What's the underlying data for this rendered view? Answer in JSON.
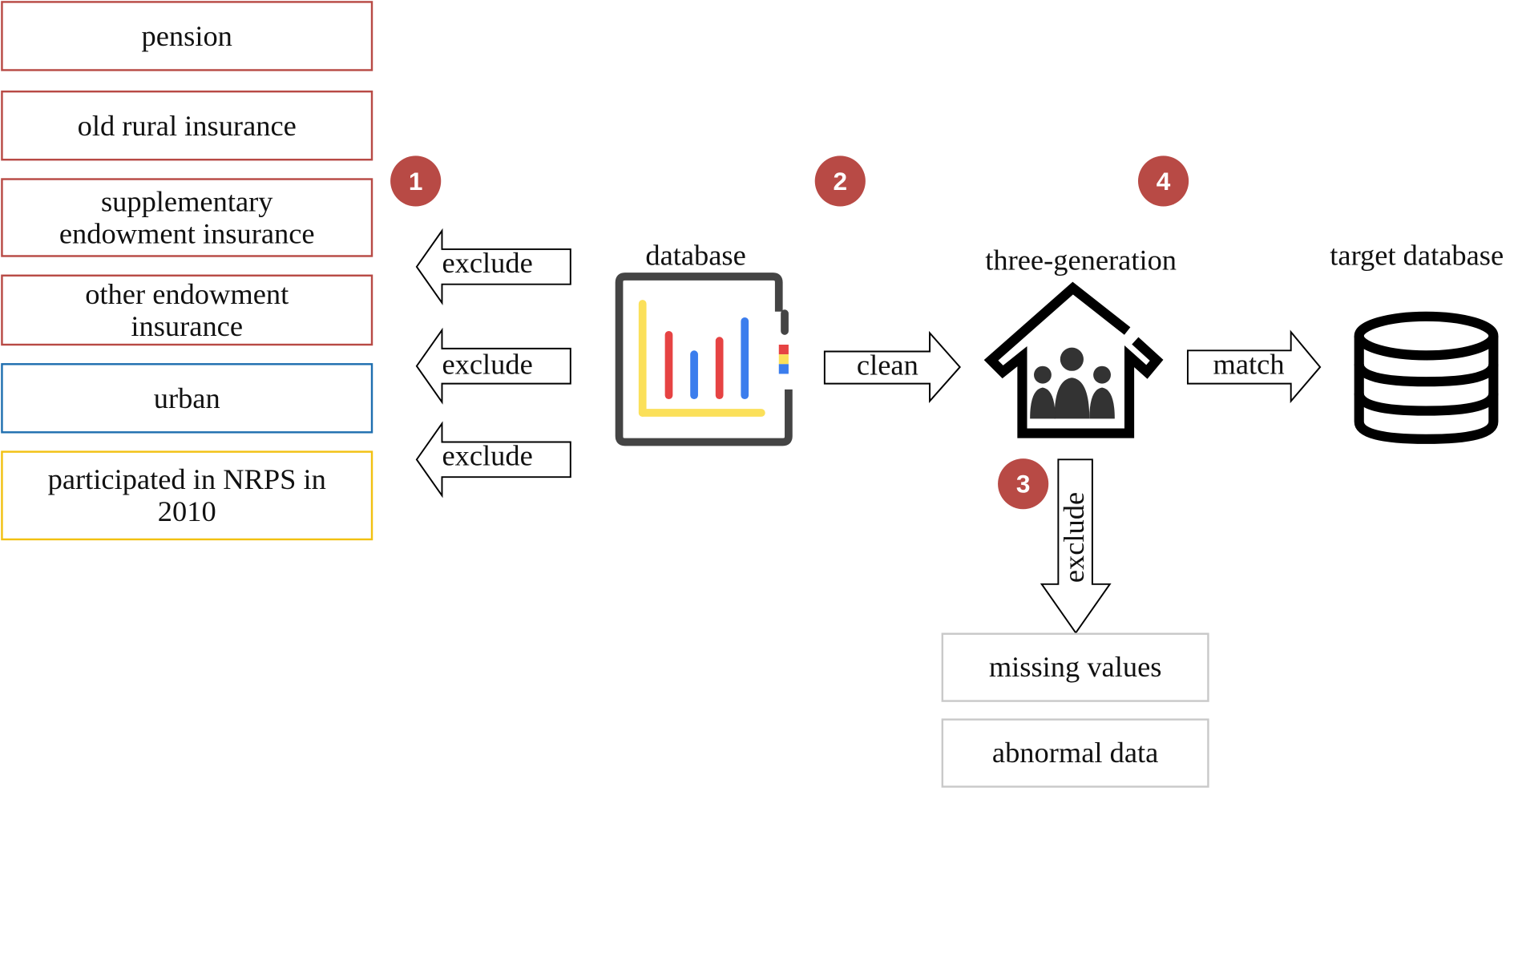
{
  "criteria_boxes": [
    {
      "text": "pension",
      "color": "#b84a45"
    },
    {
      "text": "old rural insurance",
      "color": "#b84a45"
    },
    {
      "text": "supplementary endowment insurance",
      "color": "#b84a45"
    },
    {
      "text": "other endowment insurance",
      "color": "#b84a45"
    },
    {
      "text": "urban",
      "color": "#1f6fb0"
    },
    {
      "text": "participated in NRPS  in 2010",
      "color": "#f2c112"
    }
  ],
  "arrows": {
    "exclude_1": "exclude",
    "exclude_2": "exclude",
    "exclude_3": "exclude",
    "clean": "clean",
    "match": "match",
    "exclude_down": "exclude"
  },
  "nodes": {
    "database": "database",
    "three_generation": "three-generation",
    "target_database": "target database"
  },
  "badges": [
    "1",
    "2",
    "3",
    "4"
  ],
  "removed_boxes": [
    "missing values",
    "abnormal data"
  ],
  "icons": [
    "bar-chart-icon",
    "family-house-icon",
    "database-stack-icon"
  ],
  "colors": {
    "step_badge": "#b84a45",
    "chart_red": "#e64343",
    "chart_blue": "#3b7ded",
    "chart_yellow": "#fbe05a",
    "frame": "#444444"
  }
}
